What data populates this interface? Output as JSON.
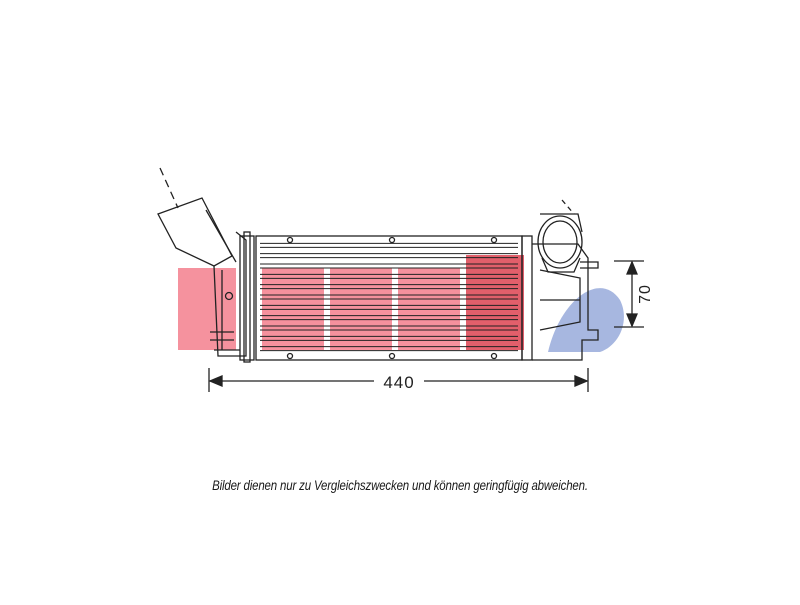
{
  "drawing": {
    "dimension_width": "440",
    "dimension_height": "70",
    "watermark_color": "#f26d7d",
    "watermark_dark_color": "#d92a3a",
    "watermark_blue_color": "#8a9fd6",
    "line_color": "#222222"
  },
  "caption": "Bilder dienen nur zu Vergleichszwecken und können geringfügig abweichen."
}
